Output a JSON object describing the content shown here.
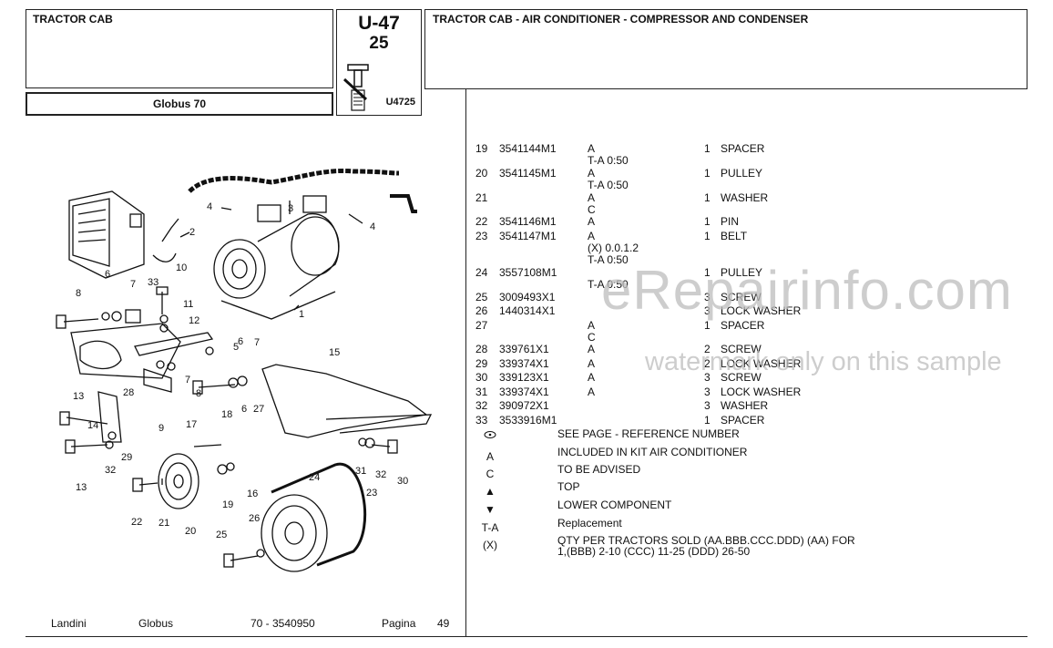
{
  "header": {
    "section_title": "TRACTOR CAB",
    "model": "Globus 70",
    "code_main": "U-47",
    "code_sub": "25",
    "code_ref": "U4725",
    "description": "TRACTOR CAB - AIR CONDITIONER - COMPRESSOR AND CONDENSER"
  },
  "parts": [
    {
      "no": "19",
      "pn": "3541144M1",
      "note": "A",
      "note2": "T-A 0:50",
      "qty": "1",
      "desc": "SPACER"
    },
    {
      "no": "20",
      "pn": "3541145M1",
      "note": "A",
      "note2": "T-A 0:50",
      "qty": "1",
      "desc": "PULLEY"
    },
    {
      "no": "21",
      "pn": "",
      "note": "A",
      "note2": "C",
      "qty": "1",
      "desc": "WASHER"
    },
    {
      "no": "22",
      "pn": "3541146M1",
      "note": "A",
      "note2": "",
      "qty": "1",
      "desc": "PIN"
    },
    {
      "no": "23",
      "pn": "3541147M1",
      "note": "A",
      "note2": "(X) 0.0.1.2",
      "note3": "T-A 0:50",
      "qty": "1",
      "desc": "BELT"
    },
    {
      "no": "24",
      "pn": "3557108M1",
      "note": "",
      "note2": "T-A 0:50",
      "qty": "1",
      "desc": "PULLEY"
    },
    {
      "no": "25",
      "pn": "3009493X1",
      "note": "",
      "note2": "",
      "qty": "3",
      "desc": "SCREW"
    },
    {
      "no": "26",
      "pn": "1440314X1",
      "note": "",
      "note2": "",
      "qty": "3",
      "desc": "LOCK WASHER"
    },
    {
      "no": "27",
      "pn": "",
      "note": "A",
      "note2": "C",
      "qty": "1",
      "desc": "SPACER"
    },
    {
      "no": "28",
      "pn": "339761X1",
      "note": "A",
      "note2": "",
      "qty": "2",
      "desc": "SCREW"
    },
    {
      "no": "29",
      "pn": "339374X1",
      "note": "A",
      "note2": "",
      "qty": "2",
      "desc": "LOCK WASHER"
    },
    {
      "no": "30",
      "pn": "339123X1",
      "note": "A",
      "note2": "",
      "qty": "3",
      "desc": "SCREW"
    },
    {
      "no": "31",
      "pn": "339374X1",
      "note": "A",
      "note2": "",
      "qty": "3",
      "desc": "LOCK WASHER"
    },
    {
      "no": "32",
      "pn": "390972X1",
      "note": "",
      "note2": "",
      "qty": "3",
      "desc": "WASHER"
    },
    {
      "no": "33",
      "pn": "3533916M1",
      "note": "",
      "note2": "",
      "qty": "1",
      "desc": "SPACER"
    }
  ],
  "legend": [
    {
      "symbol": "",
      "icon": "see-page-icon",
      "text": "SEE PAGE - REFERENCE NUMBER"
    },
    {
      "symbol": "A",
      "text": "INCLUDED IN KIT AIR CONDITIONER"
    },
    {
      "symbol": "C",
      "text": "TO BE ADVISED"
    },
    {
      "symbol": "▲",
      "text": "TOP"
    },
    {
      "symbol": "▼",
      "text": "LOWER COMPONENT"
    },
    {
      "symbol": "T-A",
      "text": "Replacement"
    },
    {
      "symbol": "(X)",
      "text": "QTY PER TRACTORS SOLD  (AA.BBB.CCC.DDD) (AA) FOR",
      "text2": "1,(BBB) 2-10 (CCC) 11-25 (DDD) 26-50"
    }
  ],
  "footer": {
    "brand": "Landini",
    "series": "Globus",
    "model_code": "70 - 3540950",
    "page_label": "Pagina",
    "page_number": "49"
  },
  "watermark": {
    "main": "eRepairinfo.com",
    "sub": "watermark only on this sample"
  },
  "diagram_labels": [
    "1",
    "2",
    "3",
    "4",
    "4",
    "5",
    "6",
    "6",
    "6",
    "7",
    "7",
    "7",
    "8",
    "8",
    "9",
    "10",
    "11",
    "12",
    "13",
    "13",
    "14",
    "15",
    "16",
    "17",
    "18",
    "19",
    "20",
    "21",
    "22",
    "23",
    "24",
    "25",
    "26",
    "27",
    "28",
    "29",
    "30",
    "31",
    "32",
    "32",
    "33"
  ]
}
